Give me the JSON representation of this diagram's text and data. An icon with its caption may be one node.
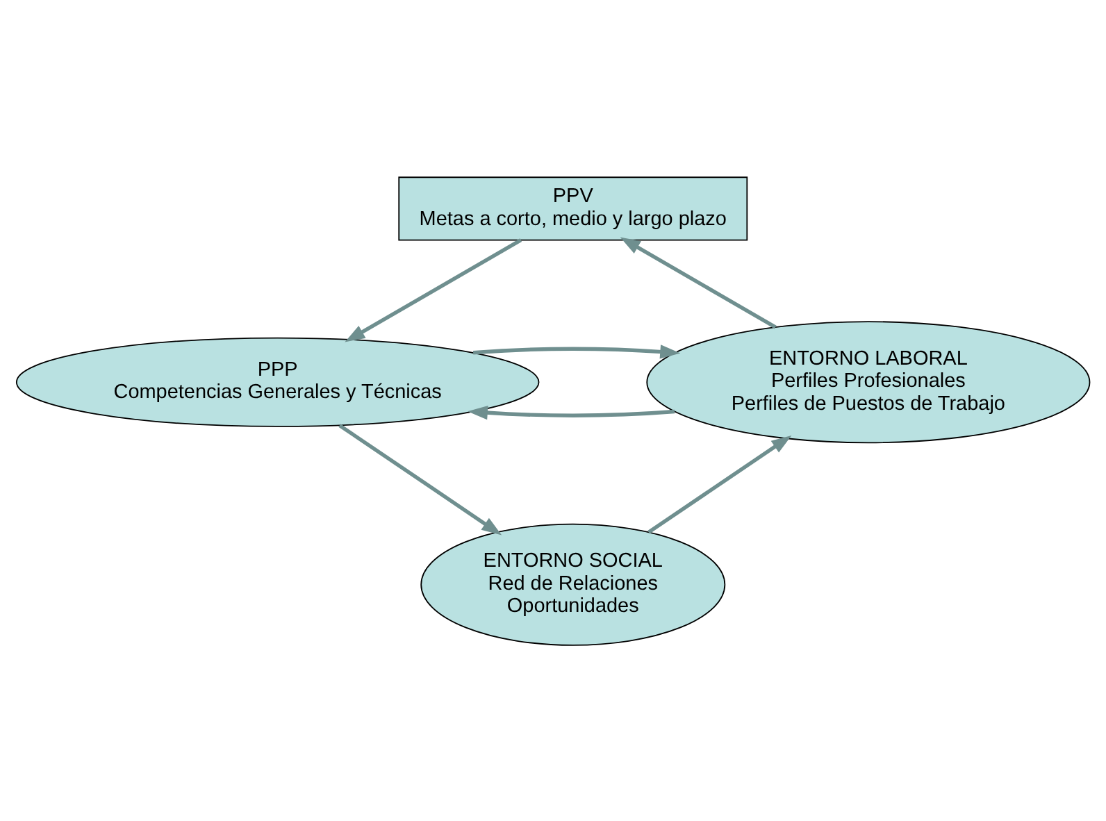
{
  "diagram": {
    "nodes": [
      {
        "text": [
          "PPV",
          "Metas a corto, medio y largo plazo"
        ]
      },
      {
        "text": [
          "PPP",
          "Competencias Generales y Técnicas"
        ]
      },
      {
        "text": [
          "ENTORNO LABORAL",
          "Perfiles Profesionales",
          "Perfiles de Puestos de Trabajo"
        ]
      },
      {
        "text": [
          "ENTORNO SOCIAL",
          "Red de Relaciones",
          "Oportunidades"
        ]
      }
    ],
    "edges": [
      {
        "from": 0,
        "to": 1,
        "arrow": "to"
      },
      {
        "from": 2,
        "to": 0,
        "arrow": "to"
      },
      {
        "from": 2,
        "to": 1,
        "arrow": "to"
      },
      {
        "from": 1,
        "to": 2,
        "arrow": "to"
      },
      {
        "from": 1,
        "to": 3,
        "arrow": "to"
      },
      {
        "from": 3,
        "to": 2,
        "arrow": "to"
      }
    ]
  }
}
